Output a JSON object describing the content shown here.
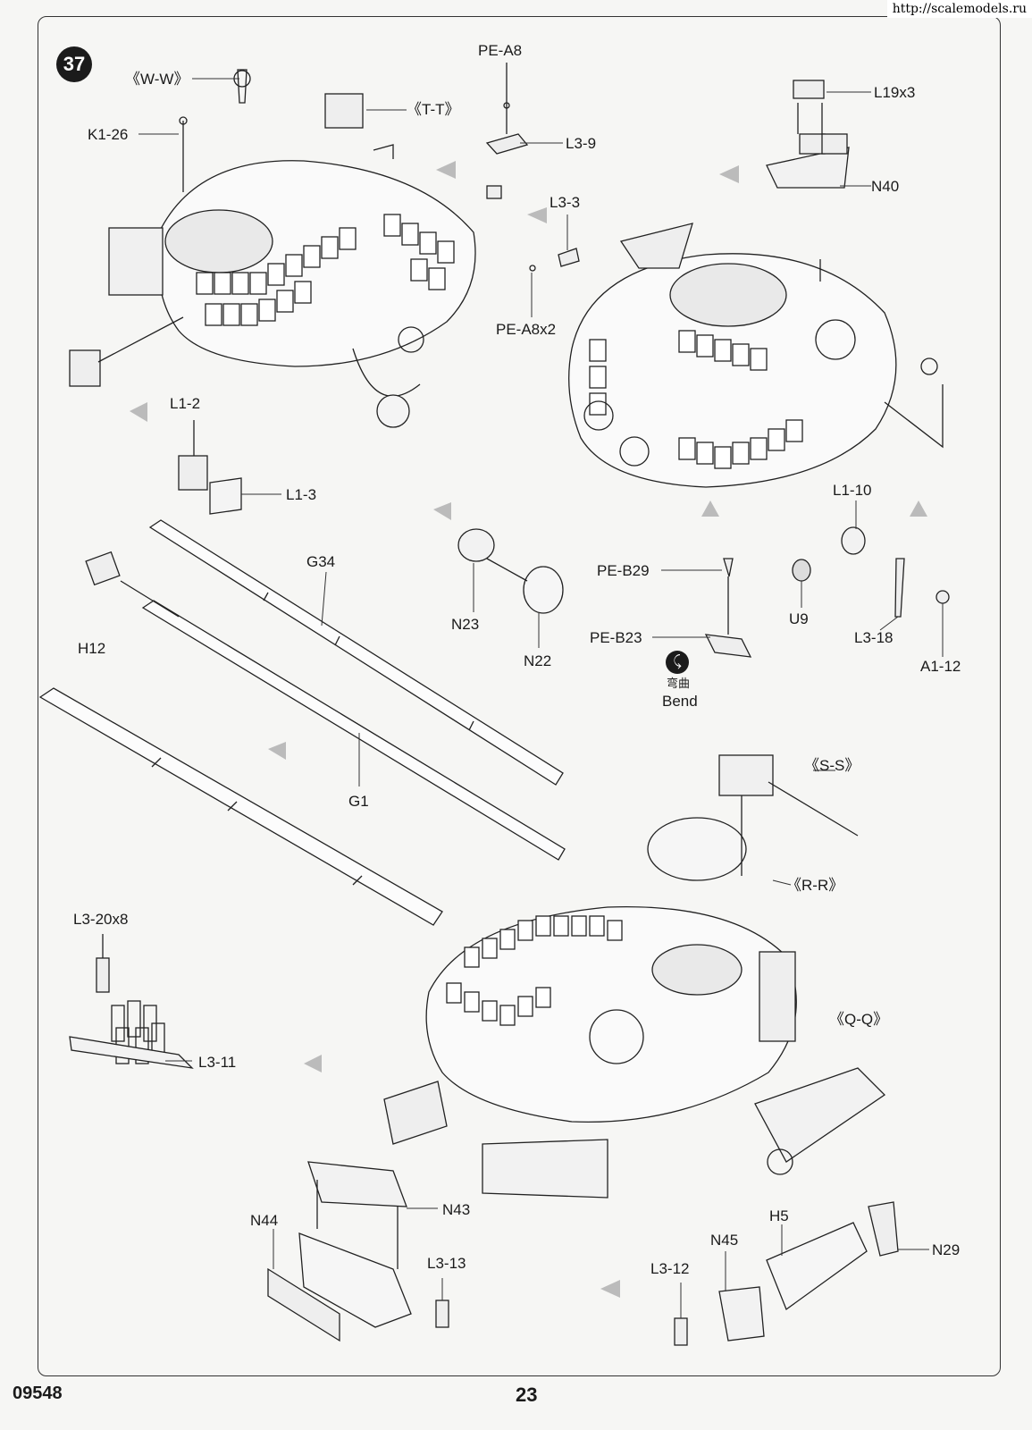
{
  "header": {
    "watermark": "http://scalemodels.ru",
    "step_number": "37"
  },
  "labels": {
    "ww": "《W-W》",
    "tt": "《T-T》",
    "k1_26": "K1-26",
    "pe_a8": "PE-A8",
    "l3_9": "L3-9",
    "l3_3": "L3-3",
    "pe_a8x2": "PE-A8x2",
    "l19x3": "L19x3",
    "n40": "N40",
    "l1_2": "L1-2",
    "l1_3": "L1-3",
    "g34": "G34",
    "h12": "H12",
    "n23": "N23",
    "n22": "N22",
    "pe_b29": "PE-B29",
    "pe_b23": "PE-B23",
    "bend_cn": "弯曲",
    "bend_en": "Bend",
    "l1_10": "L1-10",
    "u9": "U9",
    "l3_18": "L3-18",
    "a1_12": "A1-12",
    "g1": "G1",
    "ss": "《S-S》",
    "rr": "《R-R》",
    "qq": "《Q-Q》",
    "l3_20x8": "L3-20x8",
    "l3_11": "L3-11",
    "n44": "N44",
    "n43": "N43",
    "l3_13": "L3-13",
    "h5": "H5",
    "n45": "N45",
    "l3_12": "L3-12",
    "n29": "N29"
  },
  "footer": {
    "product_code": "09548",
    "page_number": "23"
  }
}
